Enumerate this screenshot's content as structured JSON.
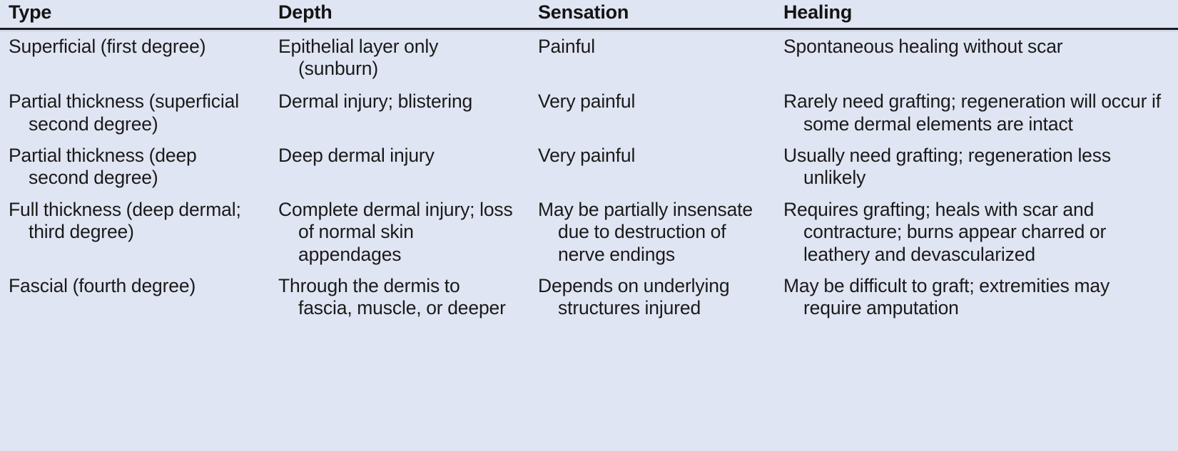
{
  "table": {
    "name": "burn-depth-classification-table",
    "background_color": "#e0e5f3",
    "text_color": "#1a1a1a",
    "rule_color": "#1b1b1b",
    "columns": [
      {
        "key": "type",
        "label": "Type"
      },
      {
        "key": "depth",
        "label": "Depth"
      },
      {
        "key": "sensation",
        "label": "Sensation"
      },
      {
        "key": "healing",
        "label": "Healing"
      }
    ],
    "rows": [
      {
        "type": "Superficial (first degree)",
        "depth": "Epithelial layer only (sunburn)",
        "sensation": "Painful",
        "healing": "Spontaneous healing without scar"
      },
      {
        "type": "Partial thickness (superficial second degree)",
        "depth": "Dermal injury; blistering",
        "sensation": "Very painful",
        "healing": "Rarely need grafting; regeneration will occur if some dermal elements are intact"
      },
      {
        "type": "Partial thickness (deep second degree)",
        "depth": "Deep dermal injury",
        "sensation": "Very painful",
        "healing": "Usually need grafting; regeneration less unlikely"
      },
      {
        "type": "Full thickness (deep dermal; third degree)",
        "depth": "Complete dermal injury; loss of normal skin appendages",
        "sensation": "May be partially insensate due to destruction of nerve endings",
        "healing": "Requires grafting; heals with scar and contracture; burns appear charred or leathery and devascularized"
      },
      {
        "type": "Fascial (fourth degree)",
        "depth": "Through the dermis to fascia, muscle, or deeper",
        "sensation": "Depends on underlying structures injured",
        "healing": "May be difficult to graft; extremities may require amputation"
      }
    ]
  }
}
